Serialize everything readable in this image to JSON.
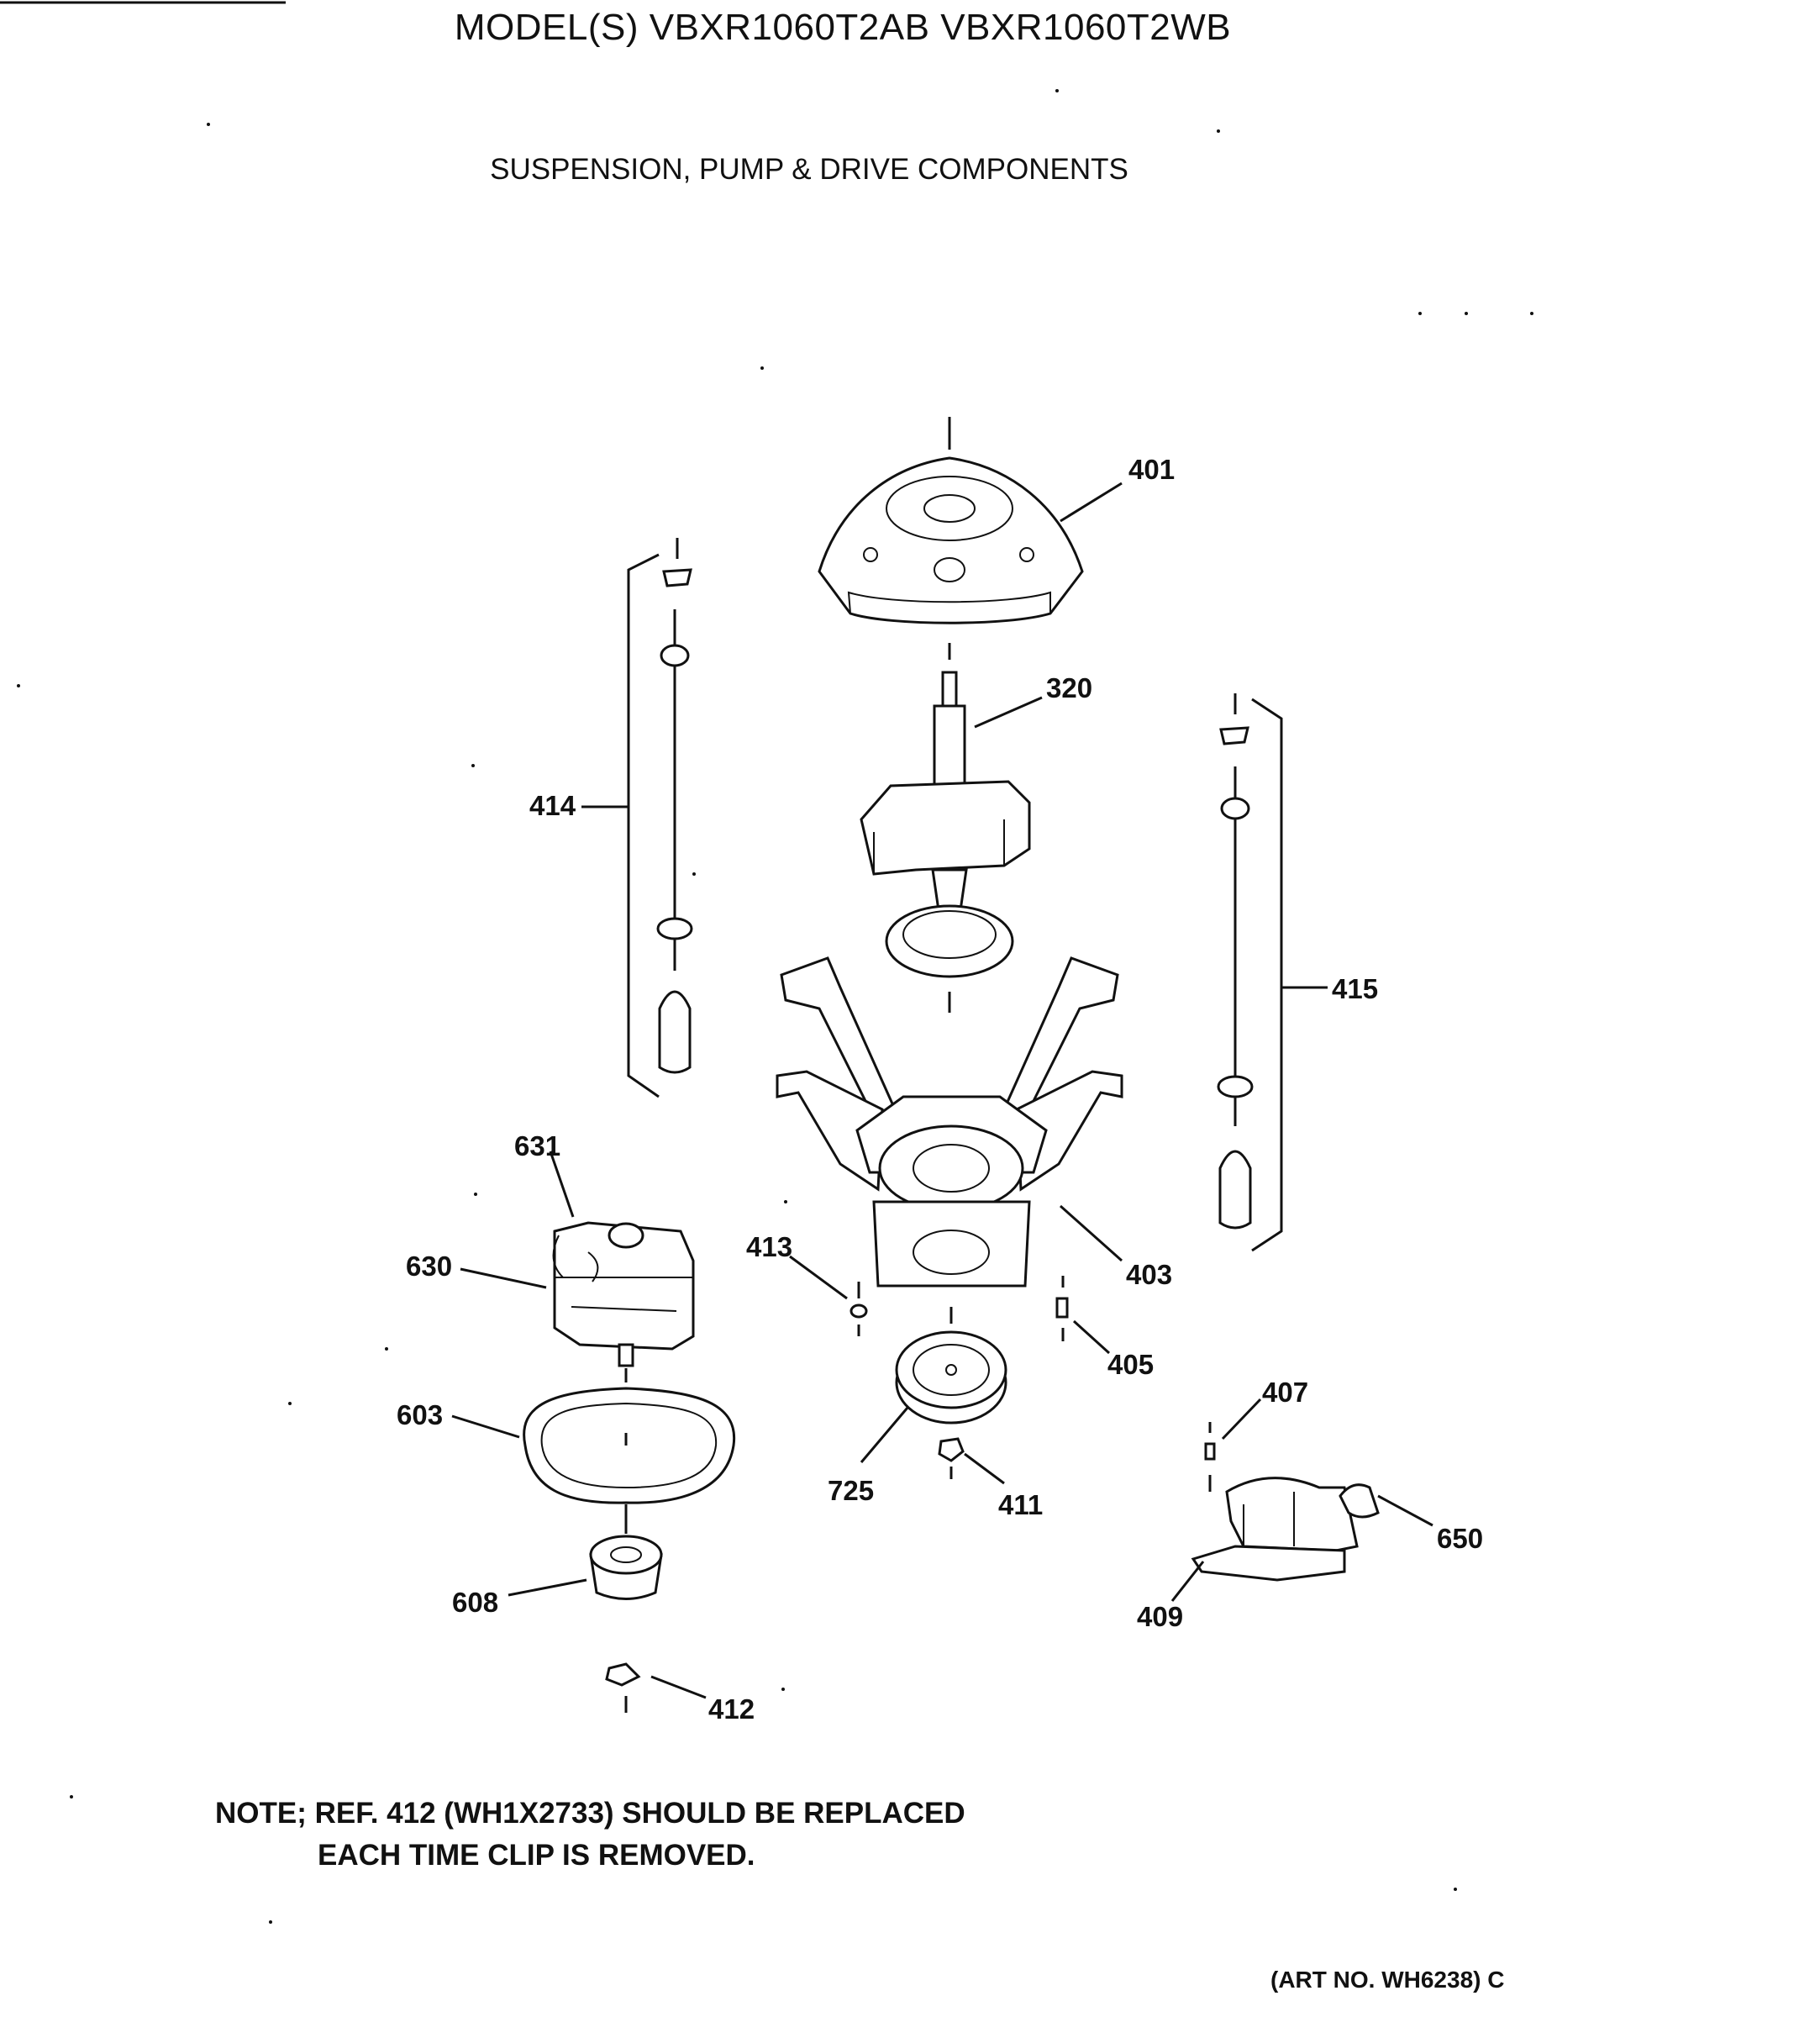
{
  "header": {
    "title": "MODEL(S) VBXR1060T2AB  VBXR1060T2WB",
    "subtitle": "SUSPENSION, PUMP & DRIVE COMPONENTS"
  },
  "callouts": {
    "c401": "401",
    "c320": "320",
    "c414": "414",
    "c415": "415",
    "c631": "631",
    "c630": "630",
    "c413": "413",
    "c403": "403",
    "c405": "405",
    "c407": "407",
    "c603": "603",
    "c725": "725",
    "c411": "411",
    "c650": "650",
    "c608": "608",
    "c409": "409",
    "c412": "412"
  },
  "note": {
    "line1": "NOTE; REF. 412 (WH1X2733) SHOULD BE REPLACED",
    "line2": "EACH TIME CLIP IS REMOVED."
  },
  "art_number": "(ART NO. WH6238) C"
}
